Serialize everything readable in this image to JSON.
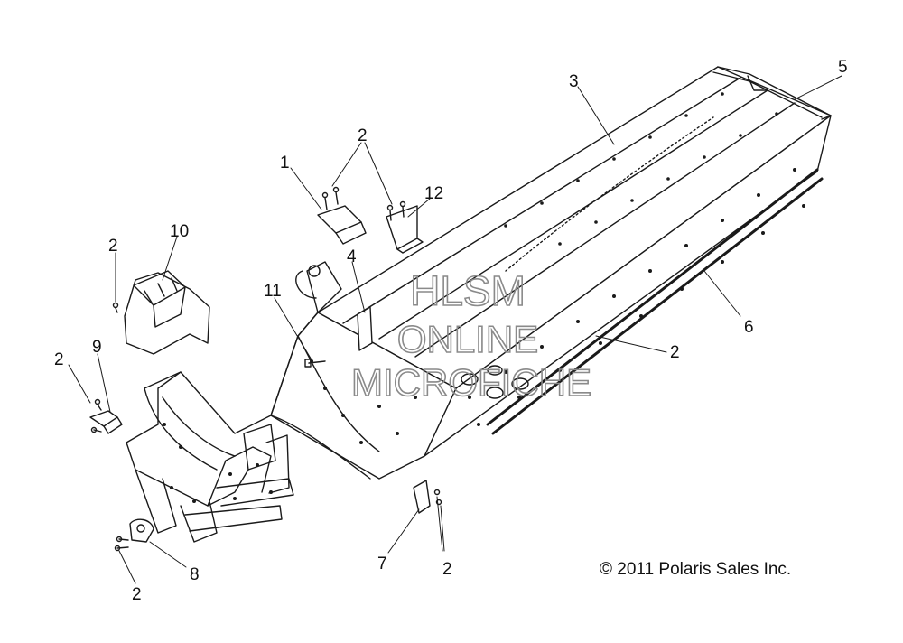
{
  "callouts": [
    {
      "id": "c1",
      "text": "1"
    },
    {
      "id": "c2a",
      "text": "2"
    },
    {
      "id": "c2b",
      "text": "2"
    },
    {
      "id": "c2c",
      "text": "2"
    },
    {
      "id": "c2d",
      "text": "2"
    },
    {
      "id": "c2e",
      "text": "2"
    },
    {
      "id": "c2f",
      "text": "2"
    },
    {
      "id": "c3",
      "text": "3"
    },
    {
      "id": "c4",
      "text": "4"
    },
    {
      "id": "c5",
      "text": "5"
    },
    {
      "id": "c6",
      "text": "6"
    },
    {
      "id": "c7",
      "text": "7"
    },
    {
      "id": "c8",
      "text": "8"
    },
    {
      "id": "c9",
      "text": "9"
    },
    {
      "id": "c10",
      "text": "10"
    },
    {
      "id": "c11",
      "text": "11"
    },
    {
      "id": "c12",
      "text": "12"
    }
  ],
  "watermark": {
    "line1": "HLSM",
    "line2": "ONLINE",
    "line3": "MICROFICHE"
  },
  "copyright": "© 2011 Polaris Sales Inc."
}
